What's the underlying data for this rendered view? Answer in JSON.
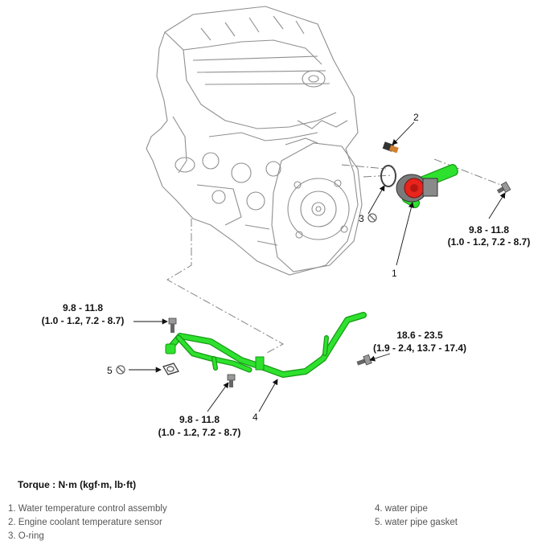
{
  "diagram": {
    "callouts": {
      "c1": "1",
      "c2": "2",
      "c3": "3",
      "c4": "4",
      "c5": "5"
    },
    "torques": {
      "top_right": {
        "line1": "9.8 - 11.8",
        "line2": "(1.0 - 1.2, 7.2 - 8.7)"
      },
      "pipe_left": {
        "line1": "9.8 - 11.8",
        "line2": "(1.0 - 1.2, 7.2 - 8.7)"
      },
      "pipe_right": {
        "line1": "18.6 - 23.5",
        "line2": "(1.9 - 2.4, 13.7 - 17.4)"
      },
      "pipe_bottom": {
        "line1": "9.8 - 11.8",
        "line2": "(1.0 - 1.2, 7.2 - 8.7)"
      }
    },
    "colors": {
      "pipe_green": "#2ee12e",
      "assembly_red": "#e8241c",
      "outline_gray": "#9a9a9a"
    }
  },
  "legend": {
    "heading": "Torque : N·m (kgf·m, lb·ft)",
    "items": [
      "1. Water temperature control assembly",
      "2. Engine coolant temperature sensor",
      "3. O-ring",
      "4. water pipe",
      "5. water pipe gasket"
    ]
  }
}
